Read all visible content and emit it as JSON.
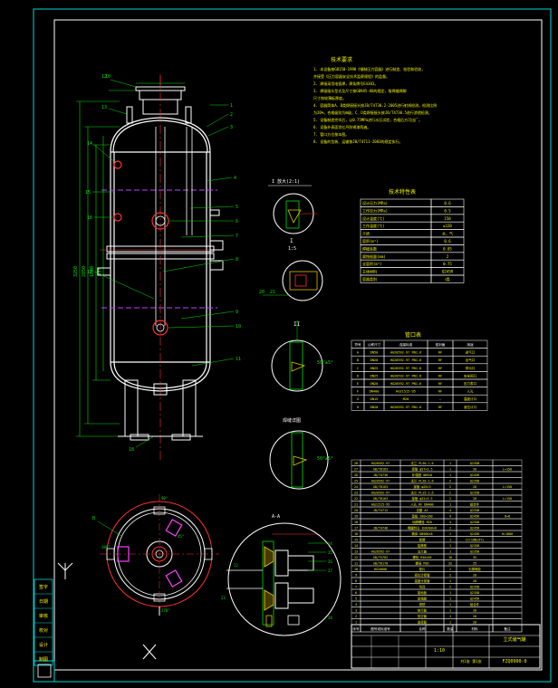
{
  "drawing": {
    "background": "#000000",
    "frame_color": "#00d8d8",
    "line_color": "#ffffff",
    "note_color": "#f2f200",
    "dim_color": "#00e000",
    "center_color": "#ff3030",
    "section_color": "#c040ff",
    "weld_color": "#e0c000"
  },
  "notes": {
    "title": "技术要求",
    "lines": [
      "1. 本设备按GB150-1998《钢制压力容器》进行制造、检验和验收，",
      "   并接受《压力容器安全技术监察规程》的监督。",
      "2. 焊接采用电弧焊，焊条牌号E4303。",
      "3. 焊接接头型式及尺寸按GB985-88的规定，角焊缝焊脚",
      "   尺寸按较薄板厚度。",
      "4. 容器筒体A、B类焊接接头按JB/T4730.2-2005进行射线检测，检测比例",
      "   为20%，合格级别为Ⅲ级，C、D类焊接接头按JB/T4730.5进行渗透检测，",
      "5. 设备制造完毕后，以0.75MPa进行水压试验，合格后方可出厂。",
      "6. 设备外表面涂红丹防锈漆两遍。",
      "7. 管口方位按本图。",
      "8. 设备的包装、运输按JB/T4711-2003的规定执行。"
    ]
  },
  "spec_table": {
    "title": "技术特性表",
    "rows": [
      [
        "设计压力(MPa)",
        "0.6"
      ],
      [
        "工作压力(MPa)",
        "0.5"
      ],
      [
        "设计温度(℃)",
        "150"
      ],
      [
        "工作温度(℃)",
        "≤120"
      ],
      [
        "介质",
        "水、气"
      ],
      [
        "容积(m³)",
        "0.6"
      ],
      [
        "焊缝系数",
        "0.85"
      ],
      [
        "腐蚀裕量(mm)",
        "2"
      ],
      [
        "全容积(m³)",
        "0.75"
      ],
      [
        "主体材料",
        "Q245R"
      ],
      [
        "容器类别",
        "Ⅰ类"
      ]
    ]
  },
  "nozzle_table": {
    "title": "管口表",
    "headers": [
      "符号",
      "公称尺寸",
      "连接标准",
      "密封面",
      "用途"
    ],
    "rows": [
      [
        "A",
        "DN50",
        "HG20592-97 PN1.6",
        "RF",
        "进气口"
      ],
      [
        "B",
        "DN20",
        "HG20592-97 PN1.6",
        "RF",
        "出气口"
      ],
      [
        "C",
        "DN25",
        "HG20592-97 PN1.6",
        "RF",
        "排污口"
      ],
      [
        "D",
        "DN25",
        "HG20592-97 PN1.6",
        "RF",
        "安全阀口"
      ],
      [
        "E",
        "DN20",
        "HG20592-97 PN1.6",
        "RF",
        "压力表口"
      ],
      [
        "F",
        "DN400",
        "HG21515-95",
        "RF",
        "人孔"
      ],
      [
        "G",
        "DN15",
        "M20",
        "—",
        "温度计口"
      ],
      [
        "H",
        "DN20",
        "HG20592-97 PN1.6",
        "RF",
        "液位计口"
      ]
    ]
  },
  "bom": {
    "headers": [
      "序号",
      "图号或标准号",
      "名称",
      "数量",
      "材料",
      "备注"
    ],
    "rows": [
      [
        "28",
        "HG20592-97",
        "法兰 PL50-1.6",
        "1",
        "Q235B",
        ""
      ],
      [
        "27",
        "GB/T8163",
        "接管 φ57×3.5",
        "1",
        "20",
        "L=150"
      ],
      [
        "26",
        "JB/T4736",
        "补强圈 d89×6",
        "1",
        "Q245R",
        ""
      ],
      [
        "25",
        "HG20592-97",
        "法兰 PL20-1.6",
        "2",
        "Q235B",
        ""
      ],
      [
        "24",
        "GB/T8163",
        "接管 φ25×3",
        "2",
        "20",
        "L=150"
      ],
      [
        "23",
        "HG20592-97",
        "法兰 PL25-1.6",
        "2",
        "Q235B",
        ""
      ],
      [
        "22",
        "GB/T8163",
        "接管 φ32×3.5",
        "2",
        "20",
        "L=150"
      ],
      [
        "21",
        "HG21515-95",
        "人孔 RF DN400",
        "1",
        "组合件",
        ""
      ],
      [
        "20",
        "JB/T4712",
        "支腿 A3",
        "4",
        "Q235B",
        ""
      ],
      [
        "19",
        "",
        "垫板 200×160",
        "4",
        "Q245R",
        "δ=8"
      ],
      [
        "18",
        "",
        "地脚螺栓 M20",
        "4",
        "Q235B",
        ""
      ],
      [
        "17",
        "JB/T4746",
        "椭圆封头 EHA900×8",
        "2",
        "Q245R",
        ""
      ],
      [
        "16",
        "",
        "筒体 DN900×8",
        "1",
        "Q245R",
        "H=1800"
      ],
      [
        "15",
        "",
        "铭牌",
        "1",
        "1Cr18Ni9Ti",
        ""
      ],
      [
        "14",
        "",
        "铭牌座",
        "1",
        "Q235B",
        ""
      ],
      [
        "13",
        "HG20592-97",
        "法兰盖",
        "1",
        "Q235B",
        ""
      ],
      [
        "12",
        "GB/T5782",
        "螺栓 M16×65",
        "16",
        "35",
        ""
      ],
      [
        "11",
        "GB/T6170",
        "螺母 M16",
        "32",
        "25",
        ""
      ],
      [
        "10",
        "HG20606",
        "垫片",
        "1",
        "石棉橡胶",
        ""
      ],
      [
        "9",
        "",
        "液位计接管",
        "2",
        "20",
        ""
      ],
      [
        "8",
        "",
        "温度计接管",
        "1",
        "20",
        ""
      ],
      [
        "7",
        "",
        "吊耳",
        "2",
        "Q235B",
        ""
      ],
      [
        "6",
        "",
        "接地板",
        "1",
        "Q235B",
        ""
      ],
      [
        "5",
        "",
        "加强圈",
        "1",
        "Q245R",
        ""
      ],
      [
        "4",
        "",
        "视镜",
        "1",
        "组合件",
        ""
      ],
      [
        "3",
        "",
        "排污管",
        "1",
        "20",
        ""
      ],
      [
        "2",
        "",
        "放空管",
        "1",
        "20",
        ""
      ],
      [
        "1",
        "",
        "进液管",
        "1",
        "20",
        ""
      ]
    ]
  },
  "title_block": {
    "name": "立式储气罐",
    "drawing_no": "FZQ0900-0",
    "scale": "1:10",
    "sheet": "共1张 第1张"
  },
  "detail_labels": {
    "I_title": "I 放大(2:1)",
    "I_mark": "I",
    "I_scale": "1:5",
    "II_mark": "II",
    "III_mark": "焊缝详图",
    "section_mark": "A-A"
  },
  "main_view": {
    "left_dims": [
      "3250",
      "2850",
      "1800",
      "900"
    ],
    "top_dim": "10",
    "balloon_labels": [
      "1",
      "2",
      "3",
      "4",
      "5",
      "6",
      "7",
      "8",
      "9",
      "10",
      "11",
      "12",
      "13",
      "14",
      "15",
      "16",
      "17",
      "18"
    ]
  },
  "plan_view": {
    "label": "B",
    "angle_marks": [
      "45°",
      "90°",
      "180°",
      "270°"
    ]
  },
  "left_strip": {
    "labels": [
      "签字",
      "日期",
      "审核",
      "校对",
      "设计",
      "制图"
    ]
  }
}
